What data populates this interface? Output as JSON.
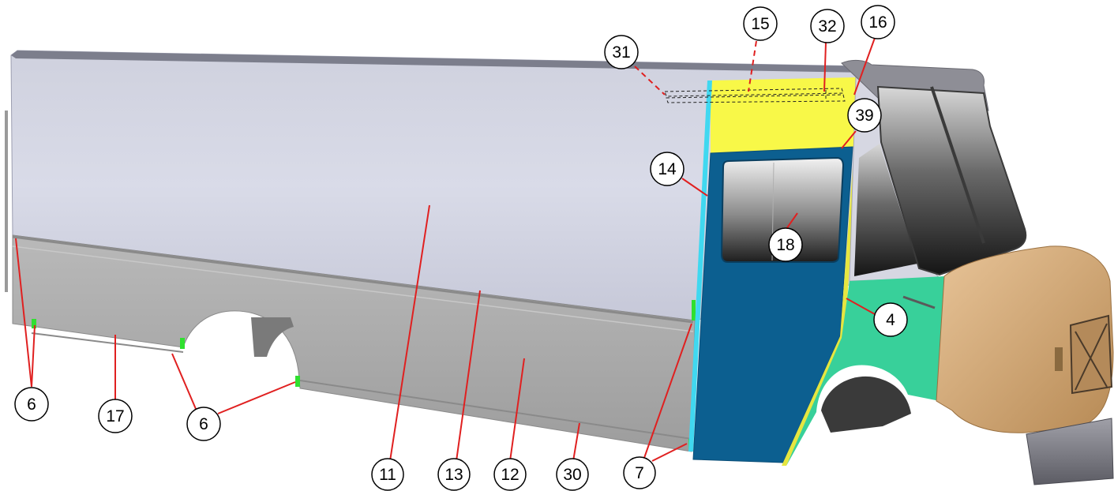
{
  "diagram": {
    "callouts": [
      {
        "id": "c31",
        "label": "31"
      },
      {
        "id": "c15",
        "label": "15"
      },
      {
        "id": "c32",
        "label": "32"
      },
      {
        "id": "c16",
        "label": "16"
      },
      {
        "id": "c39",
        "label": "39"
      },
      {
        "id": "c14",
        "label": "14"
      },
      {
        "id": "c18",
        "label": "18"
      },
      {
        "id": "c4",
        "label": "4"
      },
      {
        "id": "c6a",
        "label": "6"
      },
      {
        "id": "c17",
        "label": "17"
      },
      {
        "id": "c6b",
        "label": "6"
      },
      {
        "id": "c11",
        "label": "11"
      },
      {
        "id": "c13",
        "label": "13"
      },
      {
        "id": "c12",
        "label": "12"
      },
      {
        "id": "c30",
        "label": "30"
      },
      {
        "id": "c7",
        "label": "7"
      }
    ],
    "colors": {
      "leader_line": "#e02020",
      "body_upper": "#d4d6e4",
      "body_lower": "#a9a9a9",
      "door": "#0c5f90",
      "door_edge": "#40d8f0",
      "header_panel": "#f8f848",
      "fender": "#38d09a",
      "bumper_cover": "#deb483",
      "trim_marker": "#30e030",
      "callout_fill": "#ffffff",
      "callout_stroke": "#000000"
    }
  }
}
